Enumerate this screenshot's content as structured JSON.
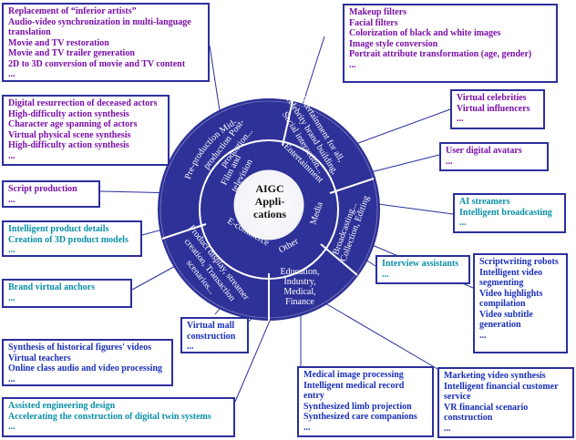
{
  "center": {
    "line1": "AIGC",
    "line2": "Appli-",
    "line3": "cations"
  },
  "inner_ring": {
    "film": [
      "Film and",
      "television"
    ],
    "entertainment": "Entertainment",
    "media": "Media",
    "other": "Other",
    "ecommerce": "E-commerce"
  },
  "outer_ring": {
    "film": [
      "Pre-production Mid-",
      "production Post-",
      "production..."
    ],
    "entertainment": [
      "Entertainment for all,",
      "celebrity brand building,",
      "Social interaction..."
    ],
    "media": [
      "Collection, Editing",
      "Broadcasting..."
    ],
    "other": [
      "Education,",
      "Industry,",
      "Medical,",
      "Finance"
    ],
    "ecommerce": [
      "Product display, streamer",
      "creation, Transaction",
      "scenarios..."
    ]
  },
  "boxes": {
    "film_restoration": [
      "Replacement of “inferior artists”",
      "Audio-video synchronization in multi-language",
      "translation",
      "Movie and TV restoration",
      "Movie and TV trailer generation",
      "2D to 3D conversion of movie and TV content",
      "..."
    ],
    "digital_actors": [
      "Digital resurrection of deceased actors",
      "High-difficulty action synthesis",
      "Character age spanning of actors",
      "Virtual physical scene synthesis",
      "High-difficulty action synthesis",
      "..."
    ],
    "script_production": [
      "Script production",
      "..."
    ],
    "product_details": [
      "Intelligent product details",
      "Creation of 3D product models",
      "..."
    ],
    "brand_anchors": [
      "Brand virtual anchors",
      "..."
    ],
    "virtual_mall": [
      "Virtual mall",
      "construction",
      "..."
    ],
    "education": [
      "Synthesis of historical figures' videos",
      "Virtual teachers",
      "Online class audio and video processing",
      "..."
    ],
    "industry": [
      "Assisted engineering design",
      "Accelerating the construction of digital twin systems",
      "..."
    ],
    "medical": [
      "Medical image processing",
      "Intelligent medical record",
      "entry",
      "Synthesized limb projection",
      "Synthesized care companions",
      "..."
    ],
    "finance": [
      "Marketing video synthesis",
      "Intelligent financial customer",
      "service",
      "VR financial scenario",
      "construction",
      "..."
    ],
    "filters": [
      "Makeup filters",
      "Facial filters",
      "Colorization of black and white images",
      "Image style conversion",
      "Portrait attribute transformation (age, gender)",
      "..."
    ],
    "virtual_celebrities": [
      "Virtual celebrities",
      "Virtual influencers",
      "..."
    ],
    "user_avatars": [
      "User digital avatars",
      "..."
    ],
    "ai_streamers": [
      "AI streamers",
      "Intelligent broadcasting",
      "..."
    ],
    "interview": [
      "Interview assistants",
      "..."
    ],
    "scriptwriting_robots": [
      "Scriptwriting robots",
      "Intelligent video",
      "segmenting",
      "Video highlights",
      "compilation",
      "Video subtitle",
      "generation",
      "..."
    ]
  }
}
